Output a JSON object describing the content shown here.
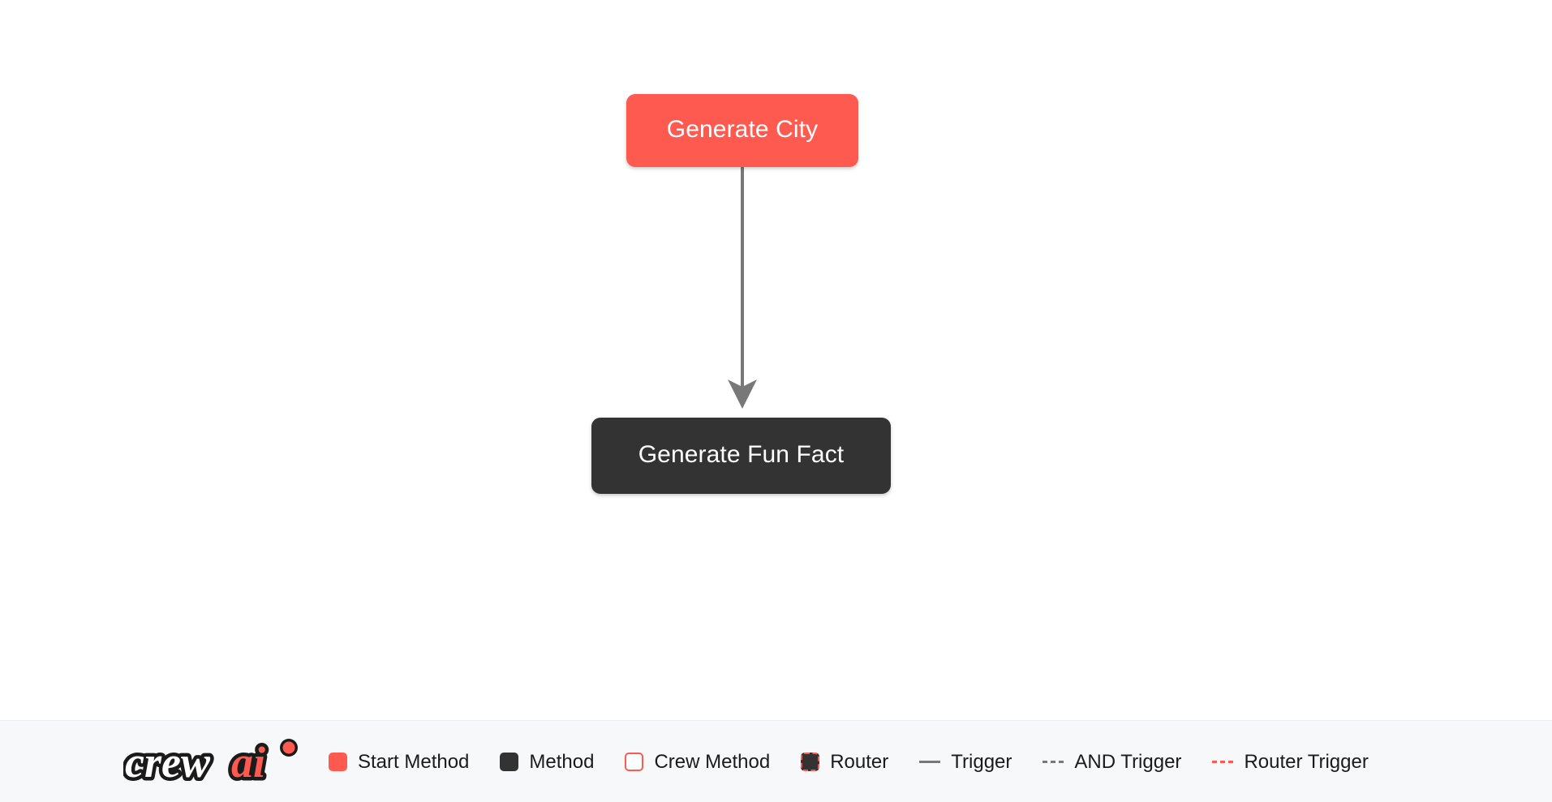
{
  "canvas": {
    "background_color": "#ffffff",
    "nodes": [
      {
        "id": "generate-city",
        "label": "Generate City",
        "type": "start-method",
        "fill": "#FF5A50",
        "text_color": "#ffffff"
      },
      {
        "id": "generate-fun-fact",
        "label": "Generate Fun Fact",
        "type": "method",
        "fill": "#333333",
        "text_color": "#ffffff"
      }
    ],
    "edges": [
      {
        "from": "generate-city",
        "to": "generate-fun-fact",
        "style": "trigger",
        "color": "#787878",
        "arrow": true
      }
    ]
  },
  "legend": {
    "logo": {
      "text_primary": "crew",
      "text_accent": "ai",
      "accent_color": "#FF5A50"
    },
    "items": [
      {
        "label": "Start Method",
        "swatch": "filled-coral-box",
        "color": "#FF5A50"
      },
      {
        "label": "Method",
        "swatch": "filled-dark-box",
        "color": "#333333"
      },
      {
        "label": "Crew Method",
        "swatch": "outlined-coral-box",
        "color": "#FF5A50"
      },
      {
        "label": "Router",
        "swatch": "dashed-coral-box",
        "color": "#FF5A50"
      },
      {
        "label": "Trigger",
        "swatch": "solid-line",
        "color": "#787878"
      },
      {
        "label": "AND Trigger",
        "swatch": "dashed-line",
        "color": "#787878"
      },
      {
        "label": "Router Trigger",
        "swatch": "dashed-line-coral",
        "color": "#FF5A50"
      }
    ]
  }
}
